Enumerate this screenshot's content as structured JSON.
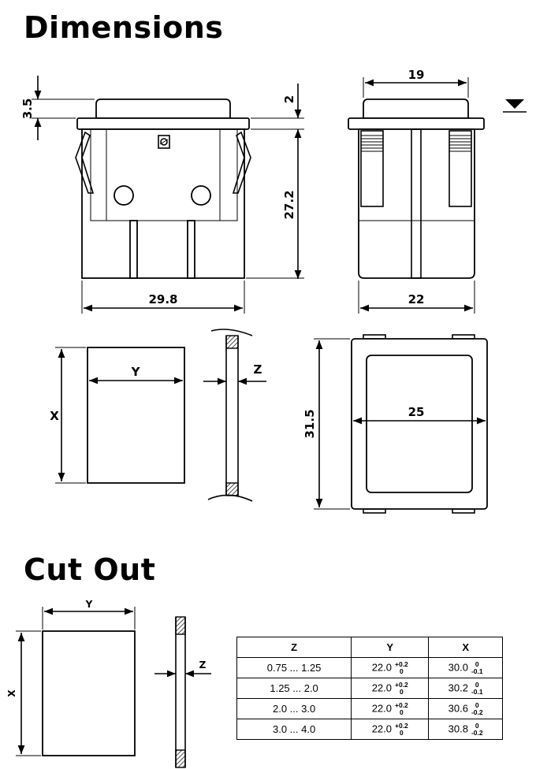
{
  "titles": {
    "dimensions": "Dimensions",
    "cut_out": "Cut Out"
  },
  "dimensions": {
    "front_width": "29.8",
    "cap_height": "3.5",
    "flange_thickness": "2",
    "body_height": "27.2",
    "side_cap_width": "19",
    "side_body_width": "22",
    "panel_opening_label_y": "Y",
    "panel_opening_label_x": "X",
    "panel_thickness_label": "Z",
    "top_width": "25",
    "top_height": "31.5"
  },
  "cutout_labels": {
    "y": "Y",
    "x": "X",
    "z": "Z"
  },
  "cutout_table": {
    "headers": [
      "Z",
      "Y",
      "X"
    ],
    "rows": [
      {
        "z": "0.75 ... 1.25",
        "y": "22.0",
        "y_tol_upper": "+0.2",
        "y_tol_lower": "0",
        "x": "30.0",
        "x_tol_upper": "0",
        "x_tol_lower": "-0.1"
      },
      {
        "z": "1.25 ... 2.0",
        "y": "22.0",
        "y_tol_upper": "+0.2",
        "y_tol_lower": "0",
        "x": "30.2",
        "x_tol_upper": "0",
        "x_tol_lower": "-0.1"
      },
      {
        "z": "2.0 ... 3.0",
        "y": "22.0",
        "y_tol_upper": "+0.2",
        "y_tol_lower": "0",
        "x": "30.6",
        "x_tol_upper": "0",
        "x_tol_lower": "-0.2"
      },
      {
        "z": "3.0 ... 4.0",
        "y": "22.0",
        "y_tol_upper": "+0.2",
        "y_tol_lower": "0",
        "x": "30.8",
        "x_tol_upper": "0",
        "x_tol_lower": "-0.2"
      }
    ]
  }
}
